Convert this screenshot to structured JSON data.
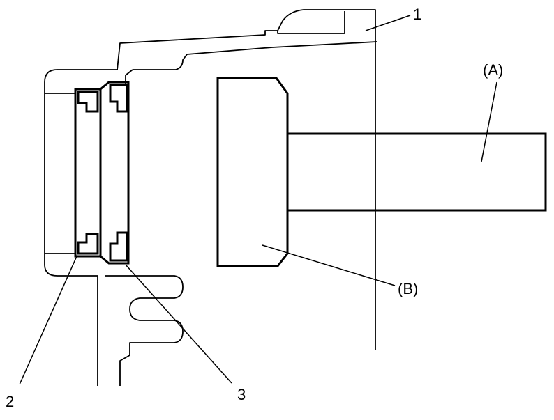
{
  "labels": {
    "part_1": "1",
    "part_2": "2",
    "part_3": "3",
    "part_a": "(A)",
    "part_b": "(B)"
  },
  "colors": {
    "line": "#000000",
    "background": "#ffffff"
  }
}
